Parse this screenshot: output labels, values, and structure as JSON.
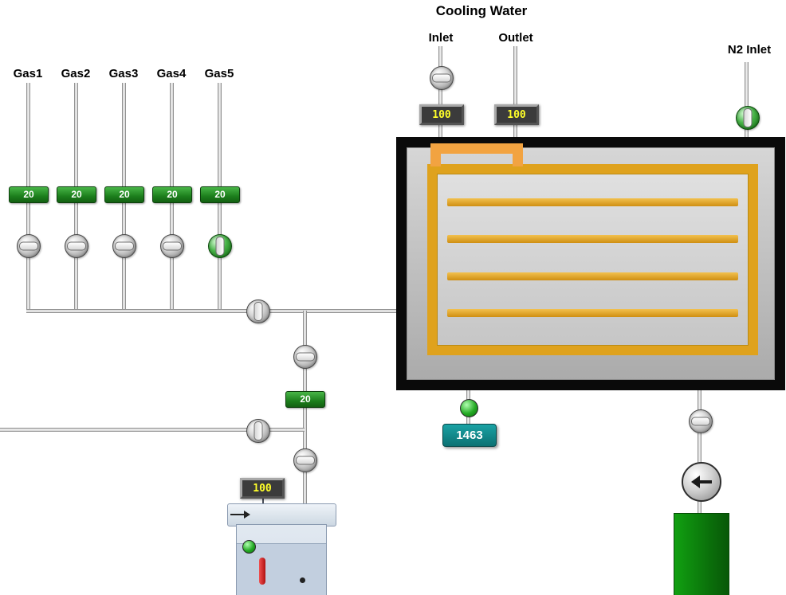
{
  "gas_manifold": {
    "labels": [
      "Gas1",
      "Gas2",
      "Gas3",
      "Gas4",
      "Gas5"
    ],
    "setpoints": [
      "20",
      "20",
      "20",
      "20",
      "20"
    ]
  },
  "bubbler": {
    "setpoint": "20",
    "temperature": "100"
  },
  "cooling_water": {
    "header": "Cooling Water",
    "inlet_label": "Inlet",
    "outlet_label": "Outlet",
    "inlet_flow": "100",
    "outlet_flow": "100"
  },
  "n2": {
    "label": "N2 Inlet"
  },
  "chamber": {
    "temperature": "1463"
  },
  "colors": {
    "setpoint_green": "#1e8c1e",
    "readout_text": "#ffff2a",
    "temp_badge": "#108486",
    "heater_gold": "#dfa21d",
    "injector_orange": "#f2a341",
    "pump_green": "#0b7e0b"
  }
}
